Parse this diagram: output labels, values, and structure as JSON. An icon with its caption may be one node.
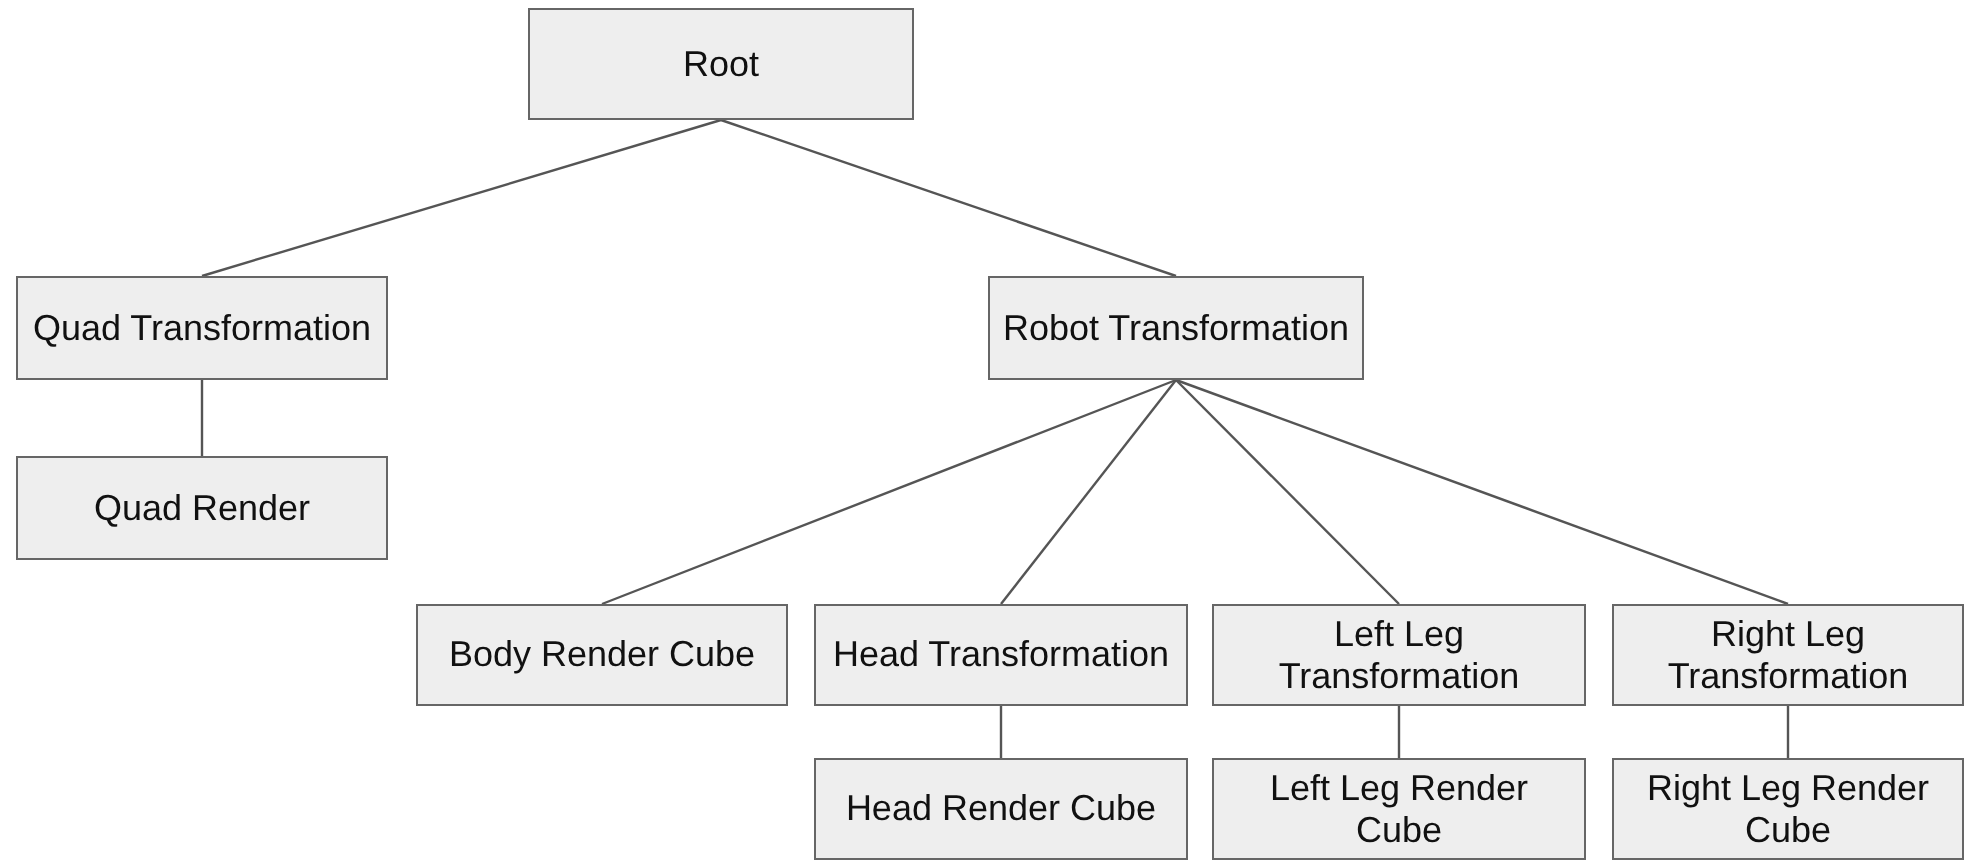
{
  "diagram": {
    "nodes": [
      {
        "text": [
          "Root"
        ]
      },
      {
        "text": [
          "Quad Transformation"
        ]
      },
      {
        "text": [
          "Robot Transformation"
        ]
      },
      {
        "text": [
          "Quad Render"
        ]
      },
      {
        "text": [
          "Body Render Cube"
        ]
      },
      {
        "text": [
          "Head Transformation"
        ]
      },
      {
        "text": [
          "Left Leg Transformation"
        ]
      },
      {
        "text": [
          "Right Leg Transformation"
        ]
      },
      {
        "text": [
          "Head Render Cube"
        ]
      },
      {
        "text": [
          "Left Leg Render Cube"
        ]
      },
      {
        "text": [
          "Right Leg Render Cube"
        ]
      }
    ],
    "edges": [
      {
        "from": 0,
        "to": 1,
        "arrow": "none"
      },
      {
        "from": 0,
        "to": 2,
        "arrow": "none"
      },
      {
        "from": 1,
        "to": 3,
        "arrow": "none"
      },
      {
        "from": 2,
        "to": 4,
        "arrow": "none"
      },
      {
        "from": 2,
        "to": 5,
        "arrow": "none"
      },
      {
        "from": 2,
        "to": 6,
        "arrow": "none"
      },
      {
        "from": 2,
        "to": 7,
        "arrow": "none"
      },
      {
        "from": 5,
        "to": 8,
        "arrow": "none"
      },
      {
        "from": 6,
        "to": 9,
        "arrow": "none"
      },
      {
        "from": 7,
        "to": 10,
        "arrow": "none"
      }
    ]
  }
}
